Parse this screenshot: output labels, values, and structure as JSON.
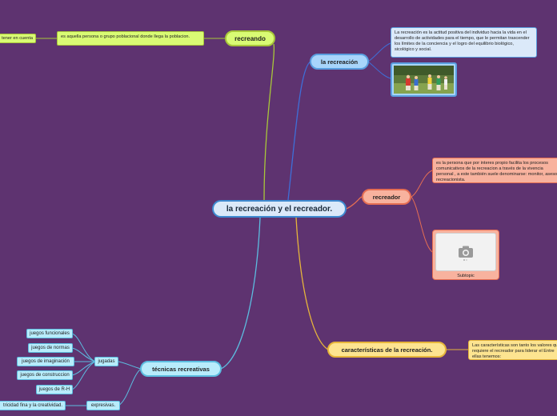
{
  "central": {
    "label": "la recreación y el recreador."
  },
  "recreando": {
    "label": "recreando",
    "definition": "es aquella persona o grupo poblacional donde llega la poblacion.",
    "child": "tener en cuenta"
  },
  "la_recreacion": {
    "label": "la recreación",
    "definition": "La recreación es la actitud positiva del individuo hacia la vida en el desarrollo de actividades para el tiempo, que le permitan trascender los límites de la conciencia y el logro del equilibrio biológico, sicológico y social."
  },
  "recreador": {
    "label": "recreador",
    "definition": "es la persona que por interes propio facilita los procesos comunicativos de la recreacion a través de la vivencia personal , a este también suele denominarse: monitor, asesor, recreacionista.",
    "subtopic": "Subtopic"
  },
  "caracteristicas": {
    "label": "características de la recreación.",
    "definition": "Las características son tanto los valores que requiere el recreador para liderar el Entre ellas tenemos:"
  },
  "tecnicas": {
    "label": "técnicas recreativas",
    "jugadas": {
      "label": "jugadas",
      "items": [
        "juegos funcionales",
        "juegos de normas",
        "juegos de imaginación",
        "juegos de construccion",
        "juegos de R-H"
      ]
    },
    "expresivas": {
      "label": "expresivas.",
      "child": "tricidad fina y la creatividad."
    }
  },
  "colors": {
    "background": "#5e3370",
    "recreando_branch": "#a8c73a",
    "recreacion_branch": "#3e6fd8",
    "recreador_branch": "#e56e53",
    "caracteristicas_branch": "#e6b53b",
    "tecnicas_branch": "#5cbde0"
  }
}
